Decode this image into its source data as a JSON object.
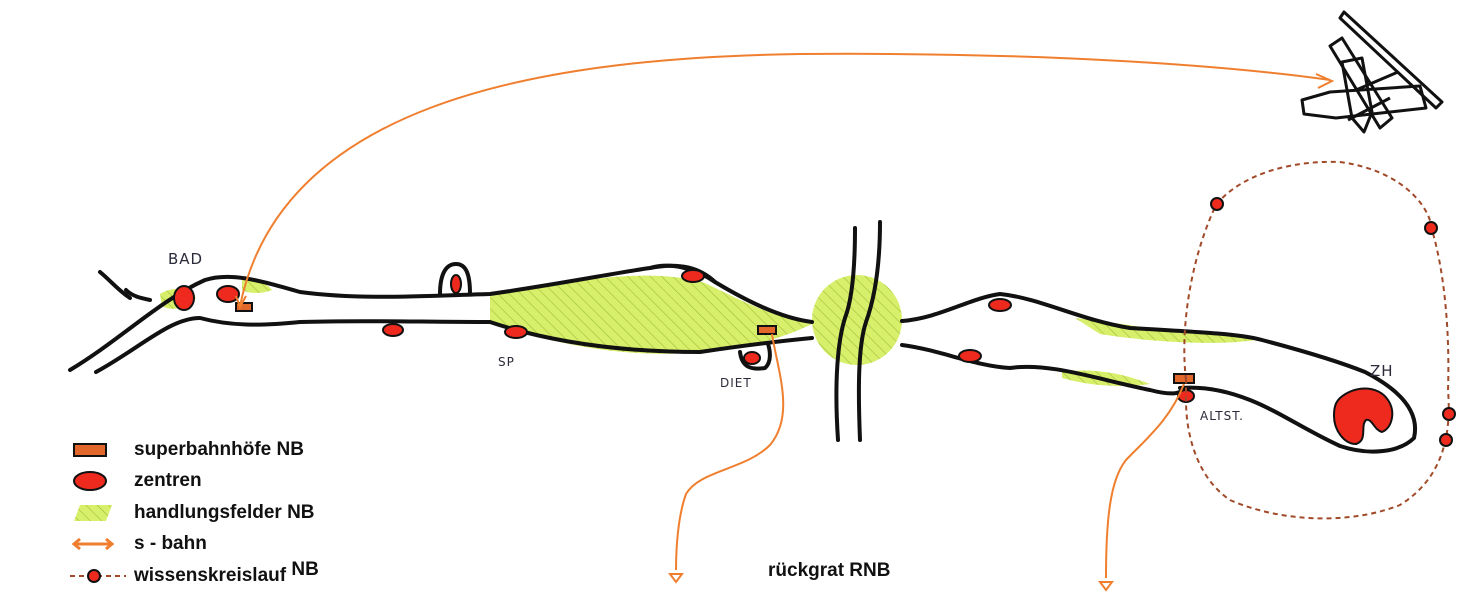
{
  "colors": {
    "station": "#e2672a",
    "center": "#ee2a1e",
    "field": "#d7ef6a",
    "rail": "#ef7f2f",
    "circuit": "#a14a2a",
    "outline": "#111111"
  },
  "places": {
    "bad": "BAD",
    "sp": "SP",
    "diet": "DIET",
    "altst": "ALTST.",
    "zh": "ZH"
  },
  "legend": {
    "stations": "superbahnhöfe NB",
    "centers": "zentren",
    "fields": "handlungsfelder NB",
    "rail": "s - bahn",
    "circuit_main": "wissenskreislauf",
    "circuit_suffix": "NB"
  },
  "caption": "rückgrat RNB",
  "icons": {
    "airport": "airplane-icon"
  }
}
